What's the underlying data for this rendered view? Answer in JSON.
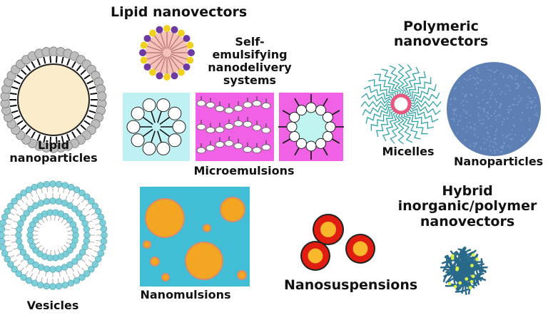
{
  "labels": {
    "lipid_nanovectors": "Lipid nanovectors",
    "self_emulsifying": "Self-emulsifying\nnanodelivery\nsystems",
    "lipid_nanoparticles": "Lipid\nnanoparticles",
    "microemulsions": "Microemulsions",
    "polymeric_nanovectors": "Polymeric\nnanovectors",
    "micelles": "Micelles",
    "nanoparticles": "Nanoparticles",
    "vesicles": "Vesicles",
    "nanomulsions": "Nanomulsions",
    "nanosuspensions": "Nanosuspensions",
    "hybrid": "Hybrid\ninorganic/polymer\nnanovectors"
  },
  "colors": {
    "lipid_head": "#bdbdbd",
    "lipid_core": "#fbeccb",
    "vesicle_head": "#7ccfd8",
    "micro_panel_cyan": "#bff1f4",
    "micro_panel_pink": "#f061e6",
    "nanoemulsion_bg": "#41bdd6",
    "nanoemulsion_drop": "#f2a622",
    "polymer_np": "#5d7fb4",
    "micelle_tail": "#2ea3a5",
    "micelle_head": "#e7577f",
    "nanosusp_outer": "#e01d10",
    "nanosusp_inner": "#f9b72c",
    "hybrid_net": "#29698a",
    "hybrid_dot": "#dff24a",
    "sedds_purple": "#6c3aa0",
    "sedds_yellow": "#f0d020"
  },
  "icons": [
    "lipid-nanoparticle-icon",
    "sedds-droplet-icon",
    "microemulsion-panels-icon",
    "micelle-icon",
    "polymeric-nanoparticle-icon",
    "vesicle-icon",
    "nanoemulsion-icon",
    "nanosuspension-icon",
    "hybrid-nanovector-icon"
  ]
}
